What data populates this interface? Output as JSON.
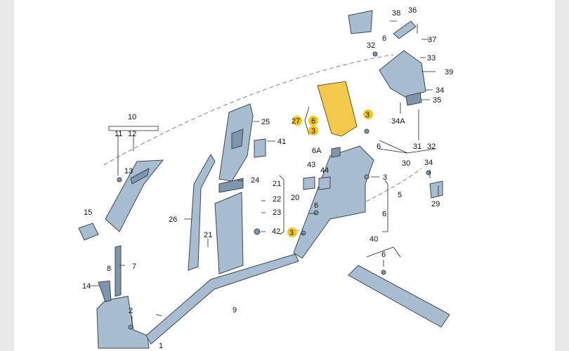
{
  "labels": {
    "l1": "1",
    "l2": "2",
    "l3a": "3",
    "l3b": "3",
    "l3c": "3",
    "l3d": "3",
    "l5": "5",
    "l6a": "6",
    "l6b": "6",
    "l6c": "6",
    "l6d": "6",
    "l6e": "6",
    "l6A": "6A",
    "l7": "7",
    "l8": "8",
    "l9": "9",
    "l10": "10",
    "l11": "11",
    "l12": "12",
    "l13": "13",
    "l14": "14",
    "l15": "15",
    "l20": "20",
    "l21a": "21",
    "l21b": "21",
    "l22": "22",
    "l23": "23",
    "l24": "24",
    "l25": "25",
    "l26": "26",
    "l27": "27",
    "l29": "29",
    "l30": "30",
    "l31": "31",
    "l32a": "32",
    "l32b": "32",
    "l33": "33",
    "l34a": "34",
    "l34b": "34",
    "l34A": "34A",
    "l35": "35",
    "l36": "36",
    "l37": "37",
    "l38": "38",
    "l39": "39",
    "l40": "40",
    "l41": "41",
    "l42": "42",
    "l43": "43",
    "l44": "44"
  },
  "colors": {
    "part": "#a9bdd0",
    "part_dark": "#7f95ab",
    "highlight": "#f2c94c",
    "highlight_dot": "#f5c518"
  }
}
